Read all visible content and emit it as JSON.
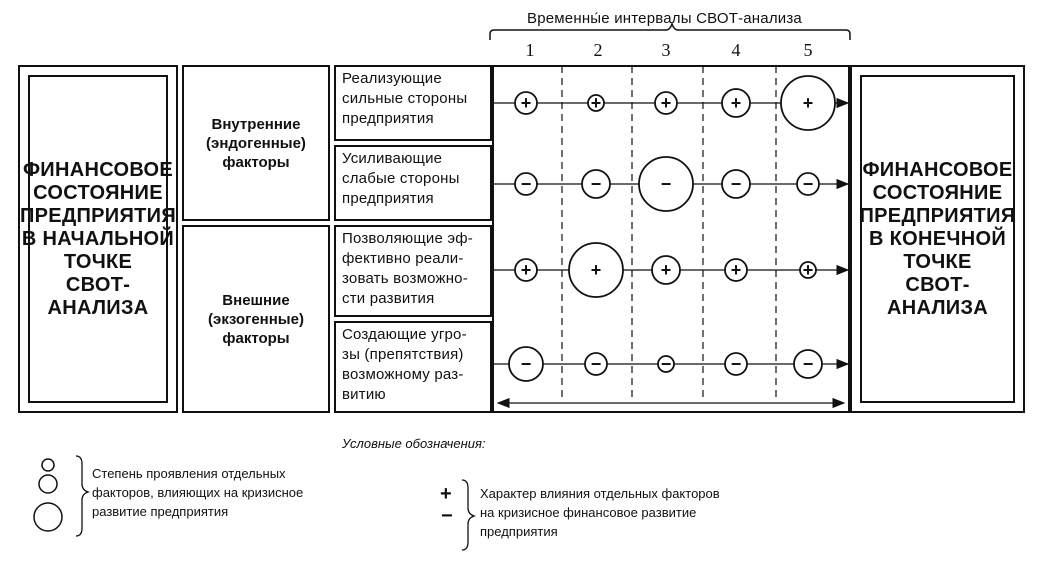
{
  "title": "Временны́е интервалы СВОТ-анализа",
  "intervals": [
    "1",
    "2",
    "3",
    "4",
    "5"
  ],
  "initial_state": "ФИНАНСОВОЕ\nСОСТОЯНИЕ\nПРЕДПРИЯТИЯ\nВ НАЧАЛЬНОЙ\nТОЧКЕ\nСВОТ-АНАЛИЗА",
  "final_state": "ФИНАНСОВОЕ\nСОСТОЯНИЕ\nПРЕДПРИЯТИЯ\nВ КОНЕЧНОЙ\nТОЧКЕ\nСВОТ-АНАЛИЗА",
  "categories": [
    {
      "label": "Внутренние\n(эндогенные)\nфакторы"
    },
    {
      "label": "Внешние\n(экзогенные)\nфакторы"
    }
  ],
  "factors": [
    {
      "label": "Реализующие\nсильные стороны\nпредприятия",
      "sign": "+",
      "levels": [
        2,
        1,
        2,
        3,
        5
      ]
    },
    {
      "label": "Усиливающие\nслабые стороны\nпредприятия",
      "sign": "−",
      "levels": [
        2,
        3,
        5,
        3,
        2
      ]
    },
    {
      "label": "Позволяющие эф-\nфективно реали-\nзовать возможно-\nсти развития",
      "sign": "+",
      "levels": [
        2,
        5,
        3,
        2,
        1
      ]
    },
    {
      "label": "Создающие угро-\nзы (препятствия)\nвозможному раз-\nвитию",
      "sign": "−",
      "levels": [
        4,
        2,
        1,
        2,
        3
      ]
    }
  ],
  "legend": {
    "title": "Условные обозначения:",
    "size_text": "Степень проявления отдельных\nфакторов, влияющих на кризисное\nразвитие предприятия",
    "sign_text": "Характер влияния отдельных факторов\nна кризисное финансовое развитие\nпредприятия",
    "plus": "+",
    "minus": "−"
  }
}
